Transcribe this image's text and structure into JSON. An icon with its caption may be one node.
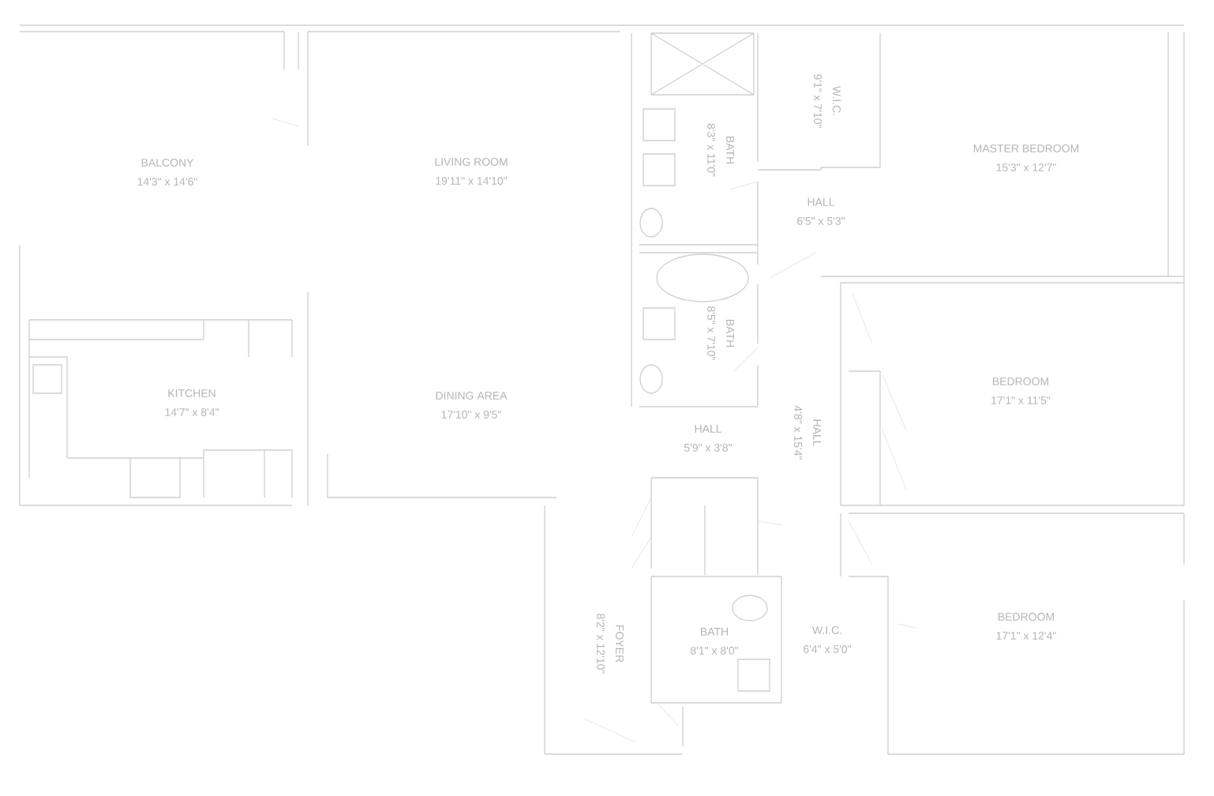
{
  "diagram": {
    "nodes": [
      {
        "text": [
          "BALCONY",
          "14'3\" x 14'6\""
        ]
      },
      {
        "text": [
          "LIVING ROOM",
          "19'11\" x 14'10\""
        ]
      },
      {
        "text": [
          "BATH",
          "8'3\" x 11'0\""
        ]
      },
      {
        "text": [
          "W.I.C.",
          "9'1\" x 7'10\""
        ]
      },
      {
        "text": [
          "MASTER BEDROOM",
          "15'3\" x 12'7\""
        ]
      },
      {
        "text": [
          "HALL",
          "6'5\" x 5'3\""
        ]
      },
      {
        "text": [
          "BATH",
          "8'5\" x 7'10\""
        ]
      },
      {
        "text": [
          "KITCHEN",
          "14'7\" x 8'4\""
        ]
      },
      {
        "text": [
          "DINING AREA",
          "17'10\" x 9'5\""
        ]
      },
      {
        "text": [
          "HALL",
          "5'9\" x 3'8\""
        ]
      },
      {
        "text": [
          "HALL",
          "4'8\" x 15'4\""
        ]
      },
      {
        "text": [
          "BEDROOM",
          "17'1\" x 11'5\""
        ]
      },
      {
        "text": [
          "FOYER",
          "8'2\" x 12'10\""
        ]
      },
      {
        "text": [
          "BATH",
          "8'1\" x 8'0\""
        ]
      },
      {
        "text": [
          "W.I.C.",
          "6'4\" x 5'0\""
        ]
      },
      {
        "text": [
          "BEDROOM",
          "17'1\" x 12'4\""
        ]
      }
    ]
  }
}
